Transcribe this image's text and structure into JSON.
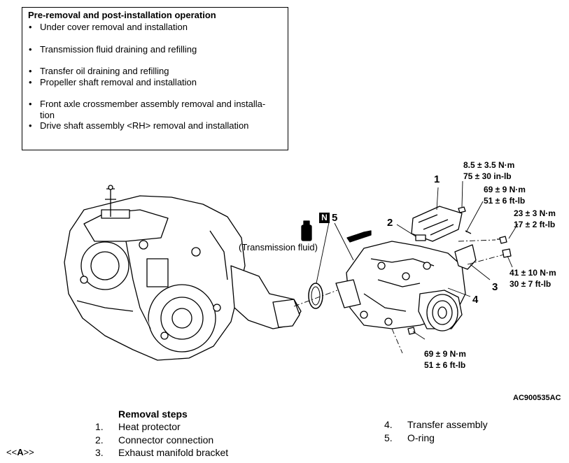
{
  "precautions": {
    "title": "Pre-removal and post-installation operation",
    "items": [
      "Under cover removal and installation",
      "Transmission fluid draining and refilling",
      "Transfer oil draining and refilling",
      "Propeller shaft removal and installation",
      "Front axle crossmember assembly removal and installa-\ntion",
      "Drive shaft assembly <RH> removal and installation"
    ]
  },
  "diagram": {
    "torque_1": [
      "8.5 ± 3.5 N·m",
      "75 ± 30 in-lb"
    ],
    "torque_2": [
      "69 ± 9 N·m",
      "51 ± 6 ft-lb"
    ],
    "torque_3": [
      "23 ± 3 N·m",
      "17 ± 2 ft-lb"
    ],
    "torque_4": [
      "41 ± 10 N·m",
      "30 ± 7 ft-lb"
    ],
    "torque_5": [
      "69 ± 9 N·m",
      "51 ± 6 ft-lb"
    ],
    "callouts": [
      "1",
      "2",
      "3",
      "4",
      "5"
    ],
    "fluid_label": "(Transmission fluid)",
    "n_symbol": "N",
    "figure_id": "AC900535AC"
  },
  "removal": {
    "title": "Removal steps",
    "steps": [
      {
        "num": "1.",
        "text": "Heat protector"
      },
      {
        "num": "2.",
        "text": "Connector connection"
      },
      {
        "num": "3.",
        "text": "Exhaust manifold bracket"
      },
      {
        "num": "4.",
        "text": "Transfer assembly"
      },
      {
        "num": "5.",
        "text": "O-ring"
      }
    ],
    "marker_prefix": "<<",
    "marker_letter": "A",
    "marker_suffix": ">>"
  }
}
